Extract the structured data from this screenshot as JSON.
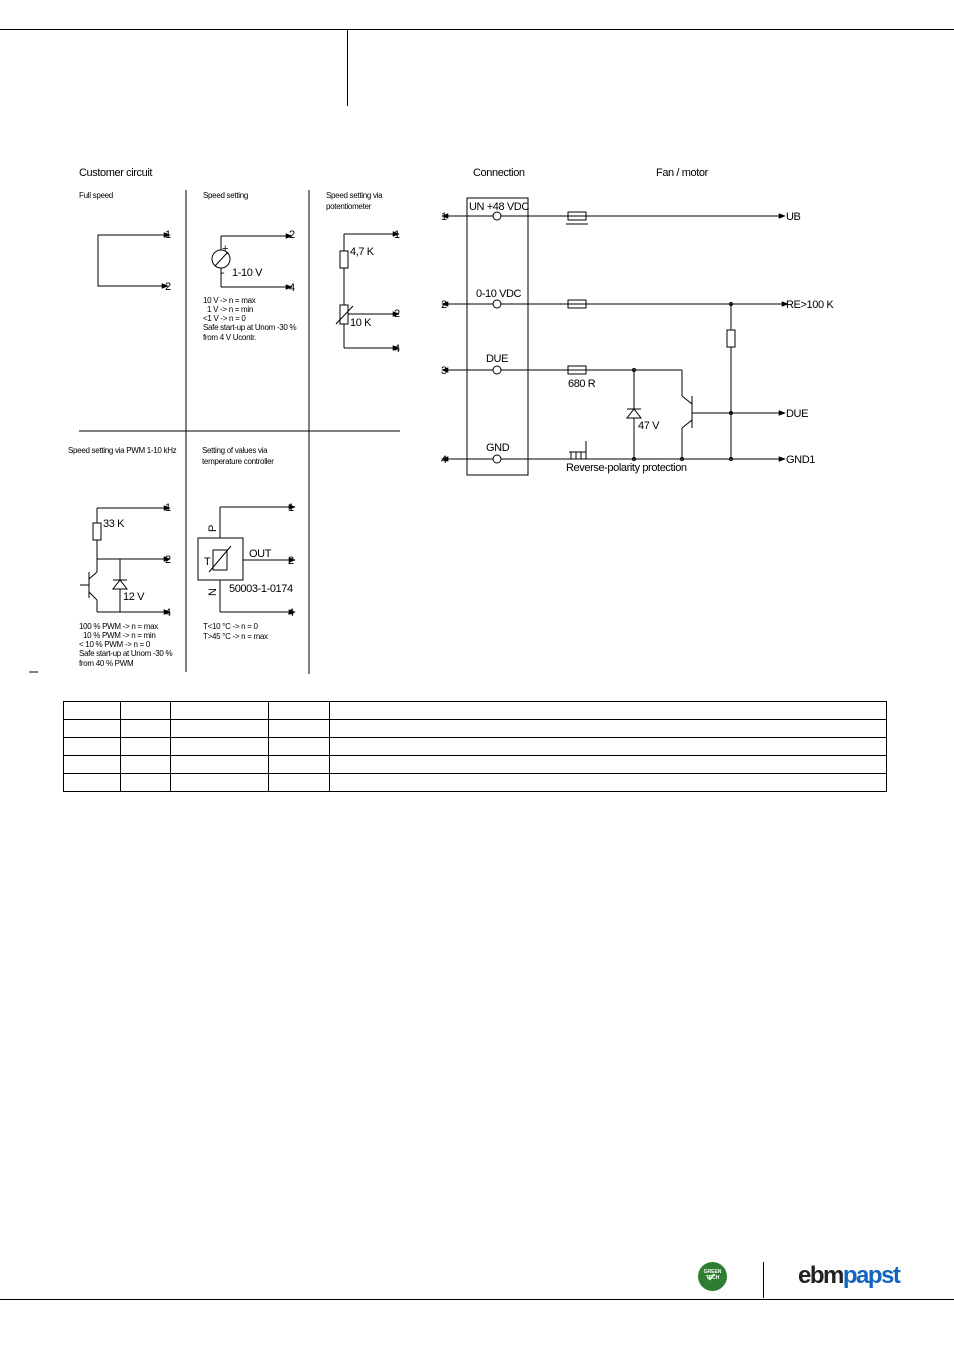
{
  "customer_circuit": {
    "title": "Customer circuit",
    "full_speed": {
      "title": "Full speed",
      "pin1": "1",
      "pin2": "2"
    },
    "speed_setting": {
      "title": "Speed setting",
      "voltage": "1-10 V",
      "pin2": "2",
      "pin4": "4",
      "notes": [
        "10 V -> n = max",
        "1 V -> n = min",
        "<1 V -> n = 0",
        "Safe start-up at Unom -30 %",
        "from 4 V Ucontr."
      ]
    },
    "potentiometer": {
      "title_line1": "Speed setting via",
      "title_line2": "potentiometer",
      "r1": "4,7 K",
      "r2": "10 K",
      "pin1": "1",
      "pin2": "2",
      "pin4": "4"
    },
    "pwm": {
      "title": "Speed setting via PWM 1-10 kHz",
      "resistor": "33 K",
      "zener": "12 V",
      "pin1": "1",
      "pin2": "2",
      "pin4": "4",
      "notes": [
        "100 % PWM -> n = max",
        "10 % PWM -> n = min",
        "< 10 % PWM -> n = 0",
        "Safe start-up at Unom -30 %",
        "from 40 % PWM"
      ]
    },
    "temperature": {
      "title_line1": "Setting of values via",
      "title_line2": "temperature controller",
      "label_p": "P",
      "label_n": "N",
      "label_t": "T",
      "out": "OUT",
      "part": "50003-1-0174",
      "pin1": "1",
      "pin2": "2",
      "pin4": "4",
      "notes": [
        "T<10 °C -> n = 0",
        "T>45 °C -> n = max"
      ]
    }
  },
  "connection": {
    "title": "Connection",
    "pins": [
      {
        "num": "1",
        "label": "UN +48 VDC"
      },
      {
        "num": "2",
        "label": "0-10 VDC"
      },
      {
        "num": "3",
        "label": "DUE"
      },
      {
        "num": "4",
        "label": "GND"
      }
    ]
  },
  "fan_motor": {
    "title": "Fan / motor",
    "outputs": {
      "ub": "UB",
      "re": "RE>100 K",
      "due": "DUE",
      "gnd1": "GND1"
    },
    "r680": "680 R",
    "zener": "47 V",
    "protection": "Reverse-polarity protection"
  },
  "pin_table": {
    "rows": 5,
    "cols": 5
  },
  "logo": {
    "badge_line1": "GREEN",
    "badge_line2": "TECH",
    "brand_part1": "ebm",
    "brand_part2": "papst"
  }
}
